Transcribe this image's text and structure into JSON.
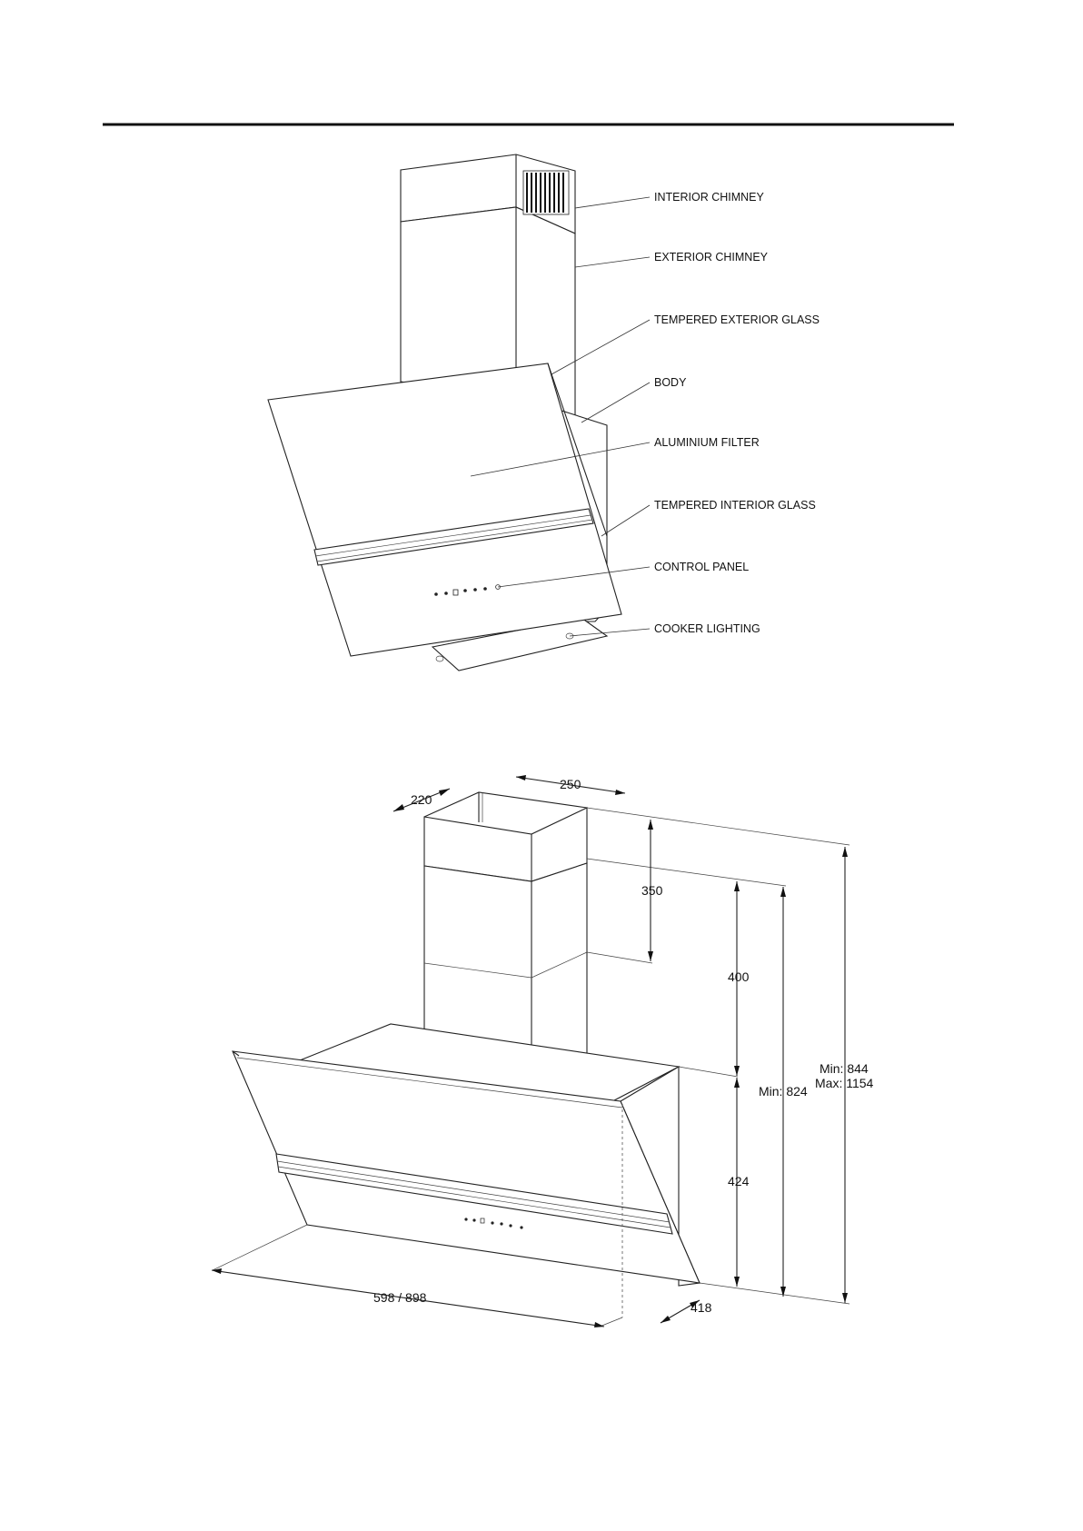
{
  "callouts": [
    "INTERIOR CHIMNEY",
    "EXTERIOR CHIMNEY",
    "TEMPERED EXTERIOR GLASS",
    "BODY",
    "ALUMINIUM FILTER",
    "TEMPERED INTERIOR GLASS",
    "CONTROL PANEL",
    "COOKER LIGHTING"
  ],
  "dimensions": {
    "chimney_depth": "220",
    "chimney_width": "250",
    "overlap": "350",
    "upper_chimney_height": "400",
    "body_height": "424",
    "min_height_label": "Min: 824",
    "total_min_label": "Min: 844",
    "total_max_label": "Max: 1154",
    "width": "598 / 898",
    "depth": "418"
  }
}
